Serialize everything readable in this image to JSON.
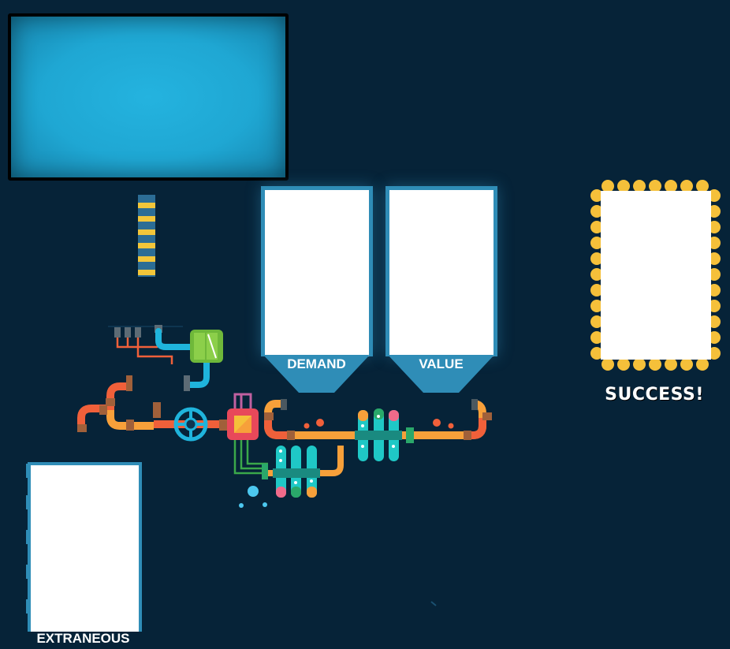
{
  "labels": {
    "demand": "DEMAND",
    "value": "VALUE",
    "success": "SUCCESS!",
    "extraneous": "EXTRANEOUS"
  },
  "colors": {
    "background": "#062338",
    "screen": "#24b3df",
    "frame_blue": "#2f8db7",
    "success_bulbs": "#f5c03a",
    "pipe_orange": "#f7a03a",
    "pipe_red": "#f0603a",
    "pipe_cyan": "#1fb4dc",
    "tube_teal": "#1fc8c6",
    "tube_pink": "#f06a8a",
    "tube_green": "#2aa86a"
  },
  "icons": {
    "valve": "valve-wheel-icon",
    "switch": "green-switch-box-icon",
    "processor": "processor-chip-icon"
  }
}
